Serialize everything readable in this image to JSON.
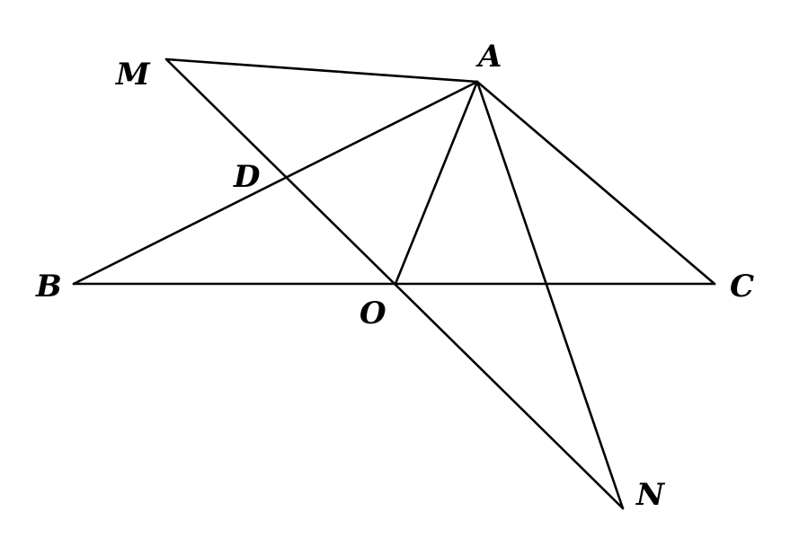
{
  "diagram": {
    "labels": {
      "A": "A",
      "B": "B",
      "C": "C",
      "D": "D",
      "M": "M",
      "N": "N",
      "O": "O"
    },
    "segments": [
      [
        "B",
        "C"
      ],
      [
        "B",
        "A"
      ],
      [
        "A",
        "C"
      ],
      [
        "A",
        "M"
      ],
      [
        "M",
        "N"
      ],
      [
        "A",
        "O"
      ],
      [
        "A",
        "N"
      ]
    ],
    "colors": {
      "line": "#000000",
      "background": "#ffffff"
    }
  }
}
